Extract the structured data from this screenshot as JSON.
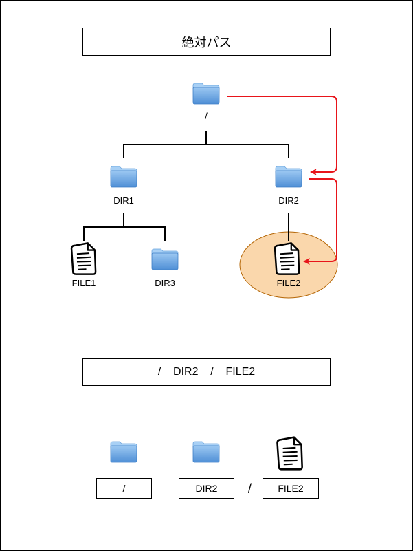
{
  "title": "絶対パス",
  "tree": {
    "root_label": "/",
    "dir1_label": "DIR1",
    "dir2_label": "DIR2",
    "file1_label": "FILE1",
    "dir3_label": "DIR3",
    "file2_label": "FILE2"
  },
  "path_text": "/    DIR2    /    FILE2",
  "segments": {
    "root": "/",
    "dir2": "DIR2",
    "separator": "/",
    "file2": "FILE2"
  },
  "colors": {
    "arrow": "#e8141a",
    "highlight_fill": "#fad7ac",
    "highlight_stroke": "#b46504",
    "folder_top": "#a8d0f5",
    "folder_body": "#5b9bdf"
  },
  "icons": {
    "folder": "folder-icon",
    "file": "document-icon"
  }
}
